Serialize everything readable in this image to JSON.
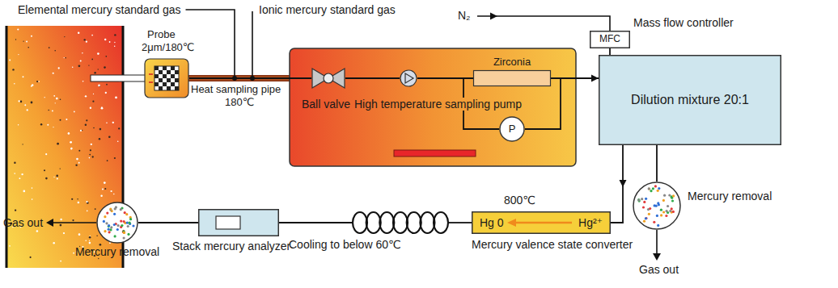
{
  "diagram": {
    "nodes": [
      {
        "text": [
          "Probe",
          "2μm/180℃"
        ]
      },
      {
        "text": [
          "Ball valve"
        ]
      },
      {
        "text": [
          "High temperature sampling pump"
        ]
      },
      {
        "text": [
          "Zirconia"
        ]
      },
      {
        "text": [
          "P"
        ]
      },
      {
        "text": [
          "MFC",
          "Mass flow controller"
        ]
      },
      {
        "text": [
          "Dilution mixture 20:1"
        ]
      },
      {
        "text": [
          "Mercury removal"
        ]
      },
      {
        "text": [
          "800℃",
          "Hg 0",
          "Hg²⁺",
          "Mercury valence state converter"
        ]
      },
      {
        "text": [
          "Cooling to below 60℃"
        ]
      },
      {
        "text": [
          "Stack mercury analyzer"
        ]
      },
      {
        "text": [
          "Mercury removal"
        ]
      }
    ],
    "edges": [
      {
        "from": 0,
        "to": 1,
        "arrow": "none"
      },
      {
        "from": 1,
        "to": 2,
        "arrow": "none"
      },
      {
        "from": 2,
        "to": 3,
        "arrow": "none"
      },
      {
        "from": 3,
        "to": 4,
        "arrow": "none"
      },
      {
        "from": 4,
        "to": 3,
        "arrow": "none"
      },
      {
        "from": 3,
        "to": 6,
        "arrow": "to"
      },
      {
        "from": 5,
        "to": 6,
        "arrow": "none"
      },
      {
        "from": 6,
        "to": 7,
        "arrow": "none"
      },
      {
        "from": 6,
        "to": 8,
        "arrow": "to"
      },
      {
        "from": 8,
        "to": 9,
        "arrow": "none"
      },
      {
        "from": 9,
        "to": 10,
        "arrow": "none"
      },
      {
        "from": 10,
        "to": 11,
        "arrow": "none"
      }
    ],
    "labels": [
      "Elemental mercury standard gas",
      "Ionic mercury standard gas",
      "Heat sampling pipe",
      "180℃",
      "N₂",
      "Gas out",
      "Gas out"
    ]
  }
}
